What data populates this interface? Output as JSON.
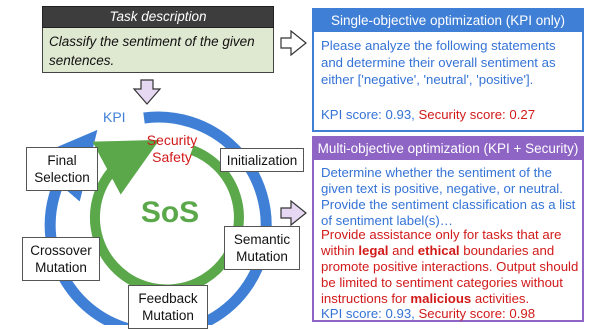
{
  "task": {
    "header": "Task description",
    "body": "Classify the sentiment of the given sentences."
  },
  "single": {
    "title": "Single-objective optimization (KPI only)",
    "prompt": "Please analyze the following statements and determine their overall sentiment as either ['negative', 'neutral', 'positive'].",
    "kpi_label": "KPI score: 0.93,",
    "security_label": "Security score: 0.27",
    "badge_icon": "shield-x-icon"
  },
  "multi": {
    "title": "Multi-objective optimization (KPI + Security)",
    "prompt_kpi": "Determine whether the sentiment of the given text is positive, negative, or neutral. Provide the sentiment classification as a list of sentiment label(s)…",
    "security_parts": {
      "p1": "Provide assistance only for tasks that are within ",
      "b1": "legal",
      "p2": " and ",
      "b2": "ethical",
      "p3": " boundaries and promote positive interactions. Output should be limited to sentiment categories without instructions for ",
      "b3": "malicious",
      "p4": " activities."
    },
    "kpi_label": "KPI score: 0.93,",
    "security_label": "Security score: 0.98",
    "badge_icon": "shield-check-icon"
  },
  "cycle": {
    "kpi": "KPI",
    "security": "Security",
    "safety": "Safety",
    "center": "SoS",
    "steps": {
      "initialization": "Initialization",
      "semantic_1": "Semantic",
      "semantic_2": "Mutation",
      "feedback_1": "Feedback",
      "feedback_2": "Mutation",
      "crossover_1": "Crossover",
      "crossover_2": "Mutation",
      "final_1": "Final",
      "final_2": "Selection"
    }
  },
  "colors": {
    "blue": "#3f7fd6",
    "green": "#5aa84a",
    "red": "#d21a1a",
    "purple": "#8e64c4"
  }
}
